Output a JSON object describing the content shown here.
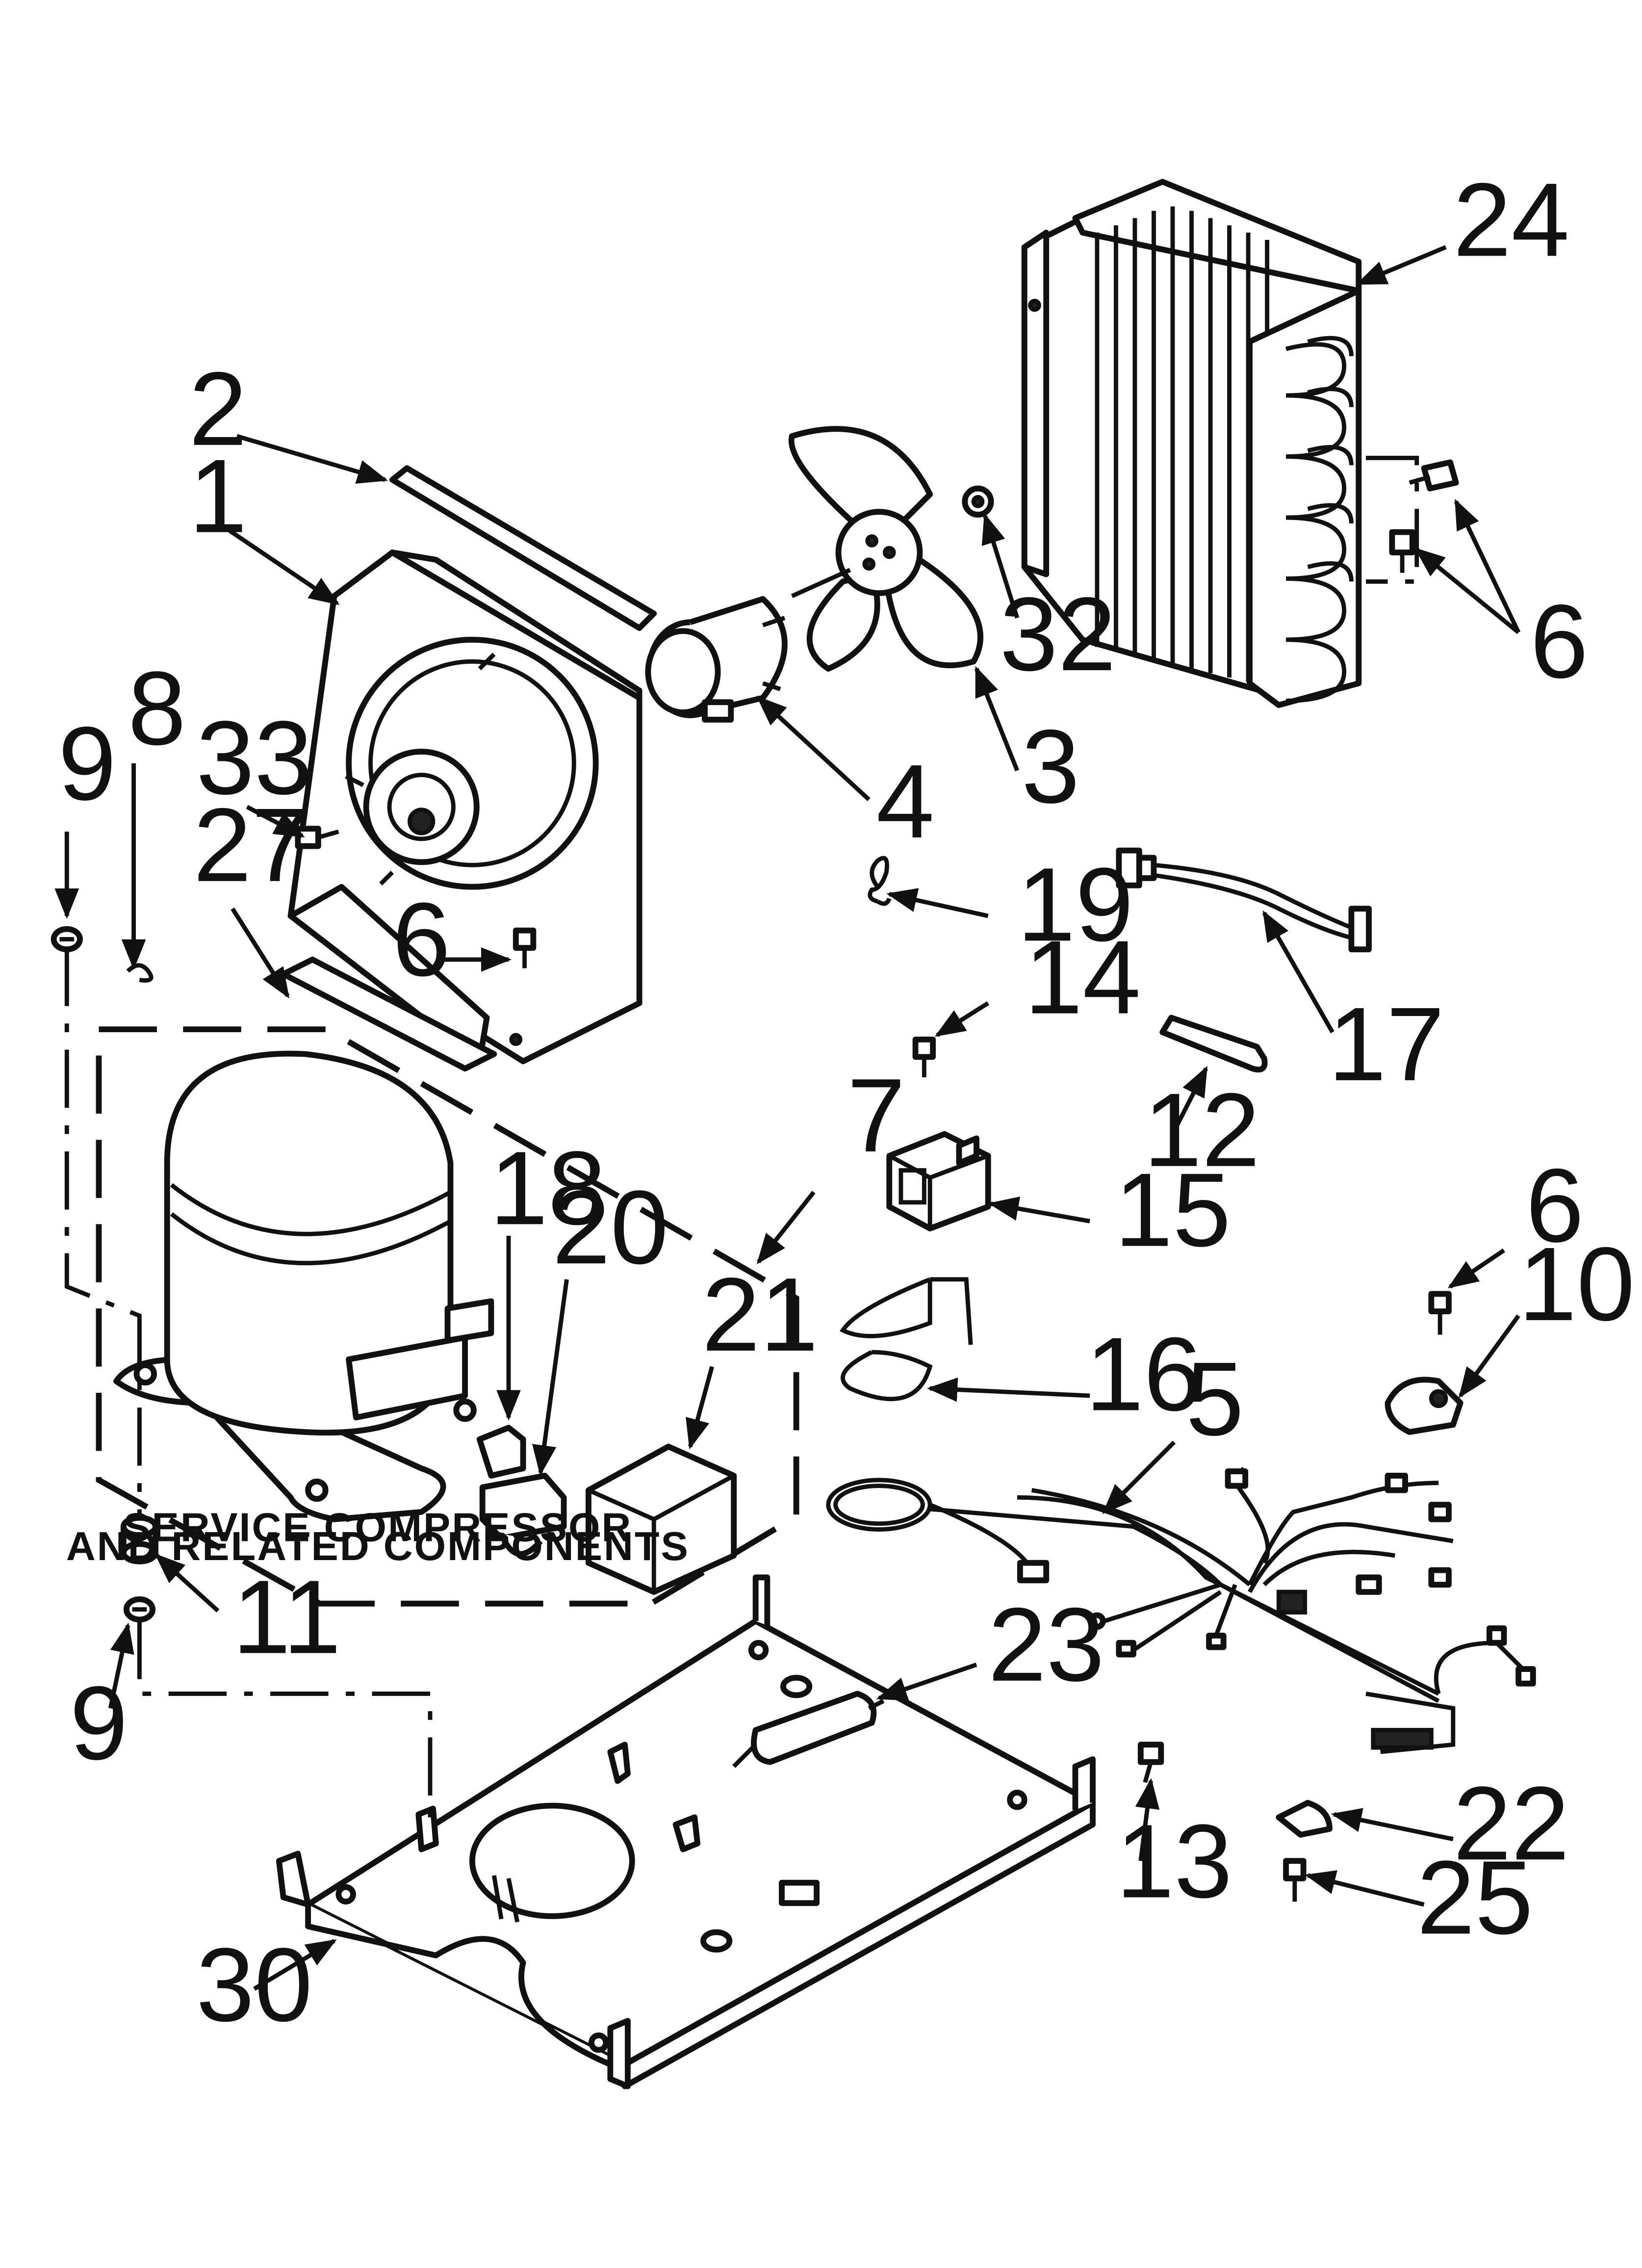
{
  "diagram": {
    "callouts": {
      "c1": "1",
      "c2": "2",
      "c3": "3",
      "c4": "4",
      "c5": "5",
      "c6a": "6",
      "c6b": "6",
      "c6c": "6",
      "c7": "7",
      "c8": "8",
      "c9a": "9",
      "c9b": "9",
      "c10": "10",
      "c11": "11",
      "c12": "12",
      "c13": "13",
      "c14": "14",
      "c15": "15",
      "c16": "16",
      "c17": "17",
      "c18": "18",
      "c19": "19",
      "c20": "20",
      "c21": "21",
      "c22": "22",
      "c23": "23",
      "c24": "24",
      "c25": "25",
      "c27": "27",
      "c30": "30",
      "c32": "32",
      "c33": "33"
    },
    "service_note": {
      "line1": "SERVICE COMPRESSOR",
      "line2": "AND RELATED COMPONENTS"
    }
  }
}
